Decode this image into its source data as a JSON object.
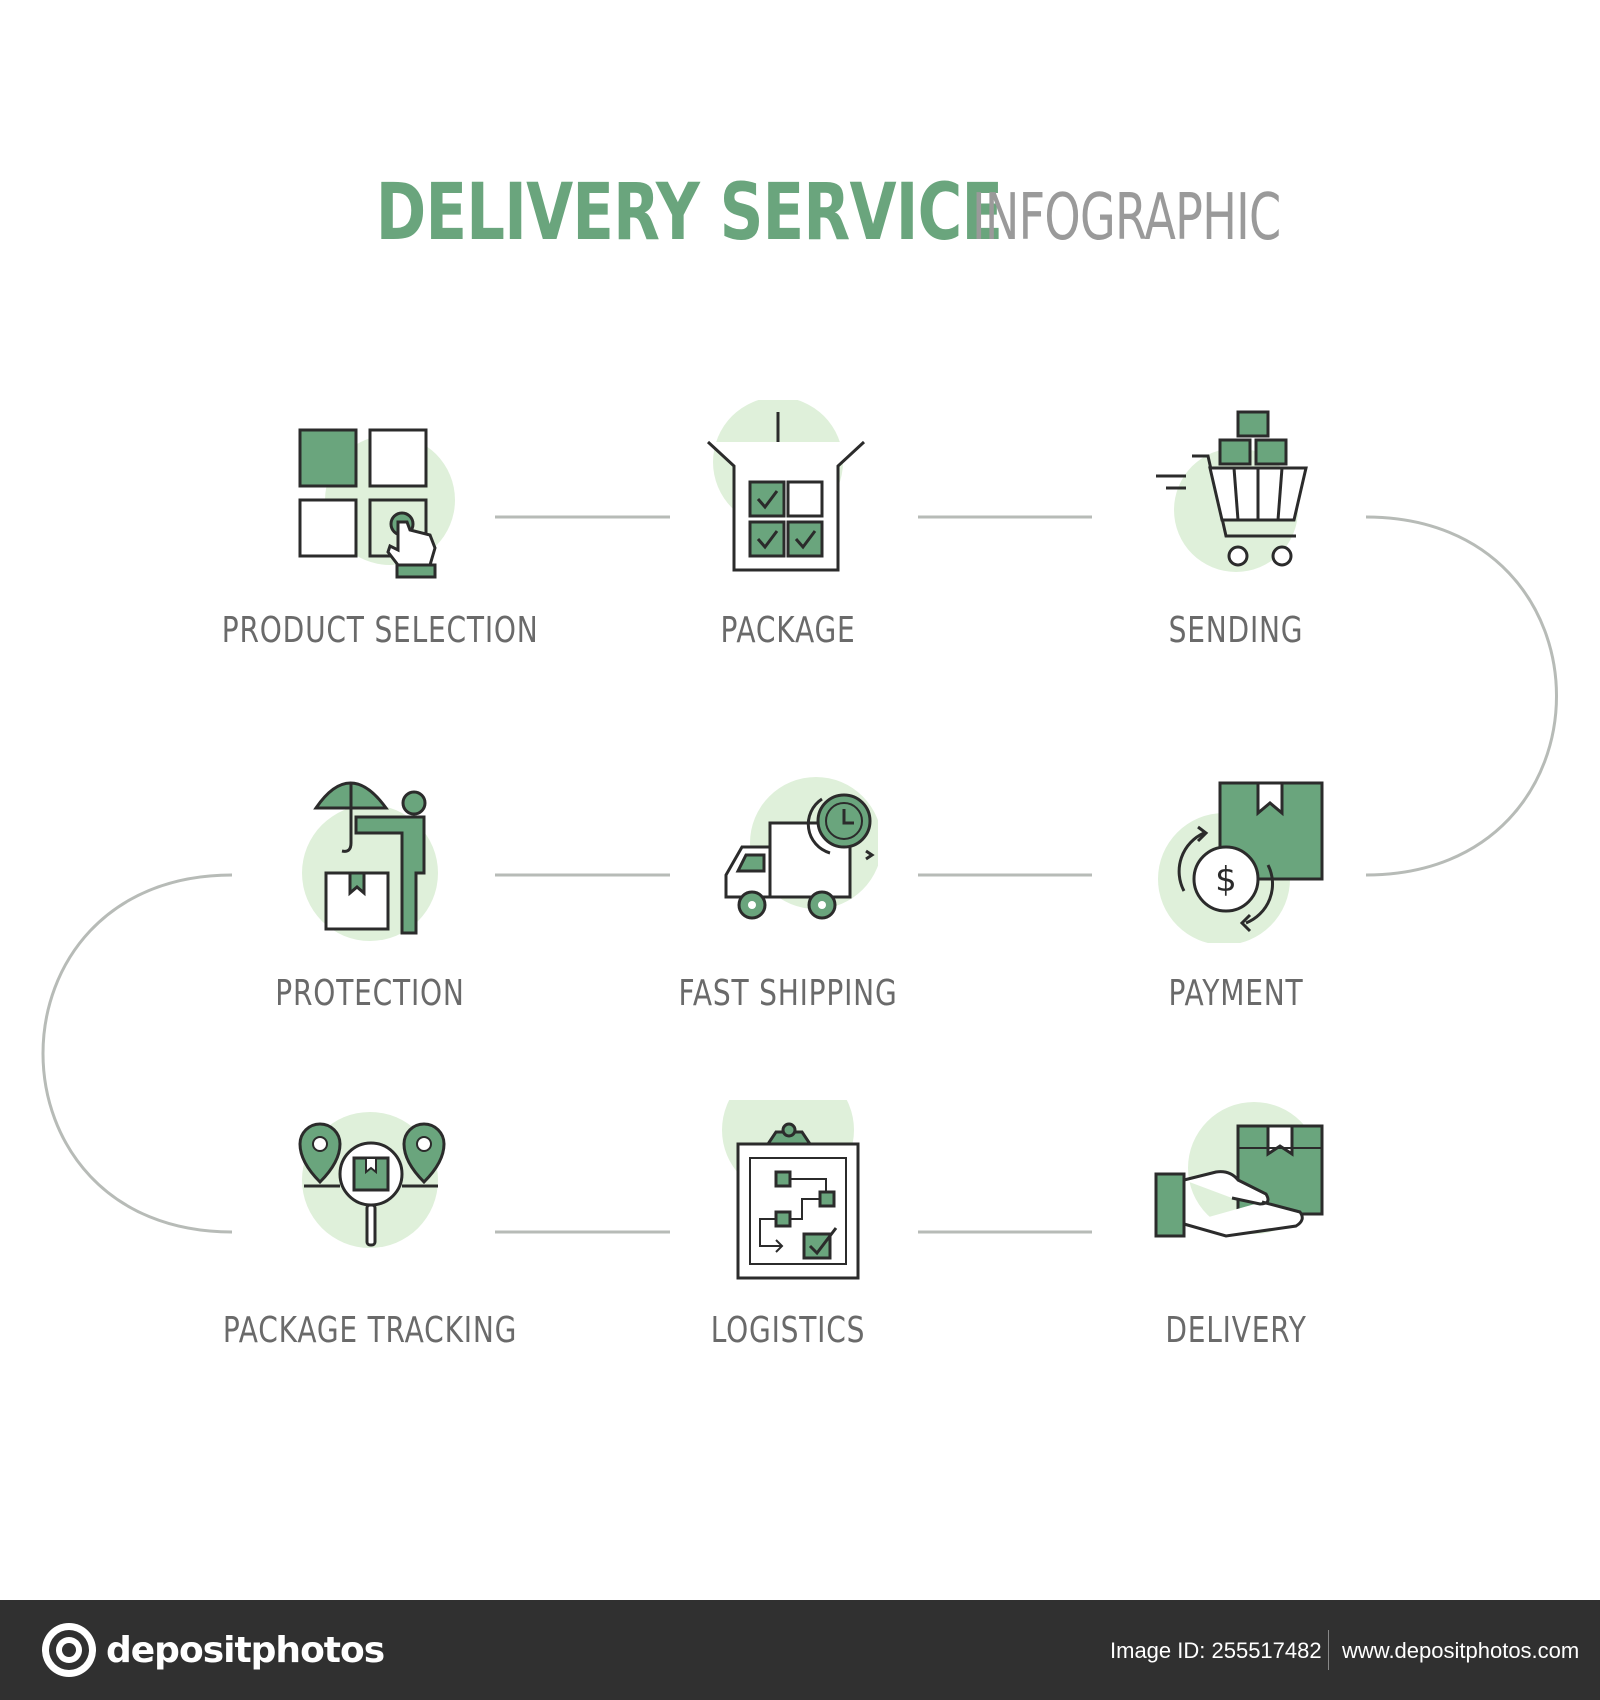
{
  "title": {
    "main": "DELIVERY SERVICE",
    "sub": "INFOGRAPHIC"
  },
  "colors": {
    "accent": "#6aa57d",
    "accent_light": "#dff0da",
    "text": "#6a6a6a",
    "stroke": "#2b2b2b",
    "connector": "#b7bbb7"
  },
  "steps": [
    {
      "label": "PRODUCT SELECTION",
      "icon": "product-selection-icon"
    },
    {
      "label": "PACKAGE",
      "icon": "package-box-icon"
    },
    {
      "label": "SENDING",
      "icon": "shopping-cart-icon"
    },
    {
      "label": "PAYMENT",
      "icon": "payment-icon"
    },
    {
      "label": "FAST SHIPPING",
      "icon": "delivery-truck-icon"
    },
    {
      "label": "PROTECTION",
      "icon": "umbrella-protection-icon"
    },
    {
      "label": "PACKAGE TRACKING",
      "icon": "package-tracking-icon"
    },
    {
      "label": "LOGISTICS",
      "icon": "logistics-clipboard-icon"
    },
    {
      "label": "DELIVERY",
      "icon": "hand-delivery-icon"
    }
  ],
  "footer": {
    "brand": "depositphotos",
    "image_id": "Image ID: 255517482",
    "url": "www.depositphotos.com"
  }
}
